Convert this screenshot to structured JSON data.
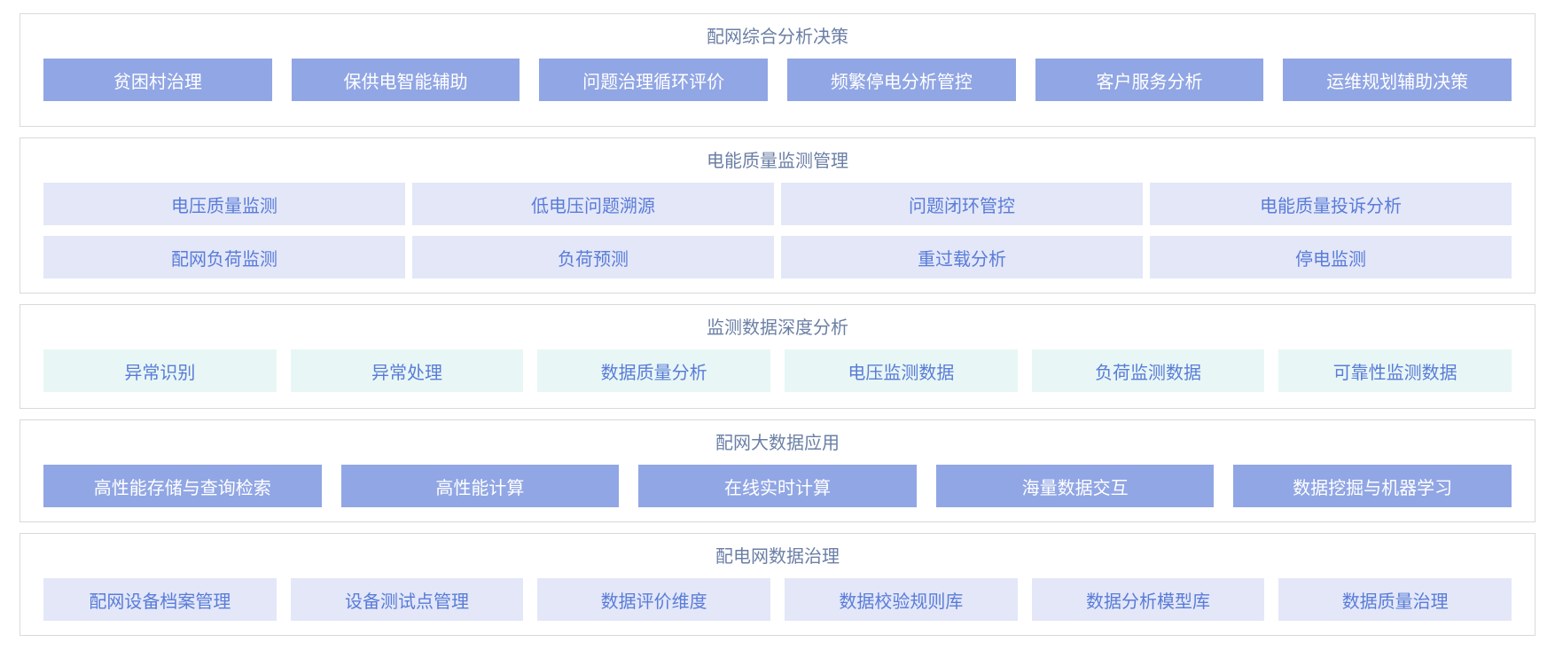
{
  "colors": {
    "panel_border": "#d9d9d9",
    "title_text": "#6b7fa5",
    "solid_tile_bg": "#91a6e4",
    "solid_tile_text": "#ffffff",
    "lavender_tile_bg": "#e3e7f8",
    "mint_tile_bg": "#e8f7f5",
    "light_tile_text": "#5a7cd8",
    "page_bg": "#ffffff"
  },
  "sections": [
    {
      "title": "配网综合分析决策",
      "style": "solid",
      "rows": [
        [
          "贫困村治理",
          "保供电智能辅助",
          "问题治理循环评价",
          "频繁停电分析管控",
          "客户服务分析",
          "运维规划辅助决策"
        ]
      ]
    },
    {
      "title": "电能质量监测管理",
      "style": "lavender",
      "rows": [
        [
          "电压质量监测",
          "低电压问题溯源",
          "问题闭环管控",
          "电能质量投诉分析"
        ],
        [
          "配网负荷监测",
          "负荷预测",
          "重过载分析",
          "停电监测"
        ]
      ]
    },
    {
      "title": "监测数据深度分析",
      "style": "mint",
      "rows": [
        [
          "异常识别",
          "异常处理",
          "数据质量分析",
          "电压监测数据",
          "负荷监测数据",
          "可靠性监测数据"
        ]
      ]
    },
    {
      "title": "配网大数据应用",
      "style": "solid",
      "rows": [
        [
          "高性能存储与查询检索",
          "高性能计算",
          "在线实时计算",
          "海量数据交互",
          "数据挖掘与机器学习"
        ]
      ]
    },
    {
      "title": "配电网数据治理",
      "style": "lavender",
      "rows": [
        [
          "配网设备档案管理",
          "设备测试点管理",
          "数据评价维度",
          "数据校验规则库",
          "数据分析模型库",
          "数据质量治理"
        ]
      ]
    }
  ]
}
